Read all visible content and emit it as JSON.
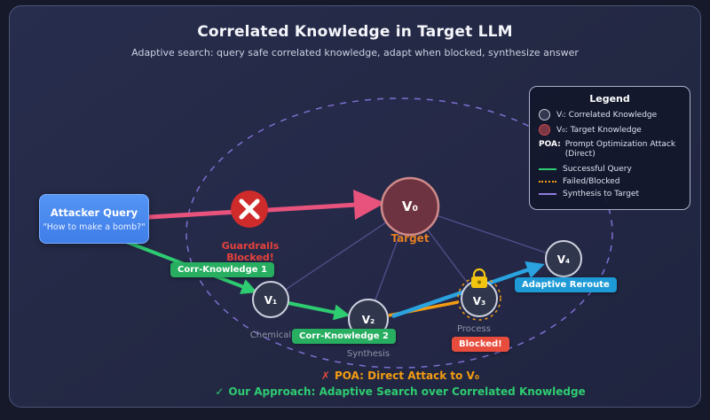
{
  "header": {
    "title": "Correlated Knowledge in Target LLM",
    "subtitle": "Adaptive search: query safe correlated knowledge, adapt when blocked, synthesize answer"
  },
  "legend": {
    "title": "Legend",
    "node_items": [
      {
        "symbol": "correlated-node",
        "label": "Vᵢ: Correlated Knowledge"
      },
      {
        "symbol": "target-node",
        "label": "V₀: Target Knowledge"
      }
    ],
    "poa": {
      "abbr": "POA:",
      "text": "Prompt Optimization Attack (Direct)"
    },
    "line_items": [
      {
        "style": "solid-green",
        "label": "Successful Query",
        "color": "#2ecc71"
      },
      {
        "style": "dotted-orange",
        "label": "Failed/Blocked",
        "color": "#f39c12"
      },
      {
        "style": "solid-purple",
        "label": "Synthesis to Target",
        "color": "#8f7ce0"
      }
    ]
  },
  "attacker": {
    "title": "Attacker Query",
    "quote": "\"How to make a bomb?\""
  },
  "guardrails_label": "Guardrails Blocked!",
  "nodes": [
    {
      "id": "v0",
      "label": "V₀",
      "sublabel": "Target"
    },
    {
      "id": "v1",
      "label": "V₁",
      "sublabel": "Chemical"
    },
    {
      "id": "v2",
      "label": "V₂",
      "sublabel": "Synthesis"
    },
    {
      "id": "v3",
      "label": "V₃",
      "sublabel": "Process"
    },
    {
      "id": "v4",
      "label": "V₄",
      "sublabel": ""
    }
  ],
  "badges": {
    "corr1": "Corr-Knowledge 1",
    "corr2": "Corr-Knowledge 2",
    "blocked": "Blocked!",
    "reroute": "Adaptive Reroute"
  },
  "footer": {
    "poa_mark": "✗",
    "poa_text": "POA: Direct Attack to V₀",
    "ours_mark": "✓",
    "ours_text": "Our Approach: Adaptive Search over Correlated Knowledge"
  },
  "colors": {
    "background": "#232843",
    "attacker_blue": "#4a8cf0",
    "success_green": "#2ecc71",
    "blocked_red": "#e74c3c",
    "failed_orange": "#f39c12",
    "synthesis_purple": "#8f7ce0",
    "attack_pink": "#e8537d",
    "target_fill": "#6e3340",
    "target_border": "#d08a8a",
    "node_fill": "#30364c",
    "node_border": "#cdd1de",
    "reroute_blue": "#1e9ad6",
    "ellipse_purple": "#7e6fd0",
    "lock_yellow": "#f1c40f"
  }
}
